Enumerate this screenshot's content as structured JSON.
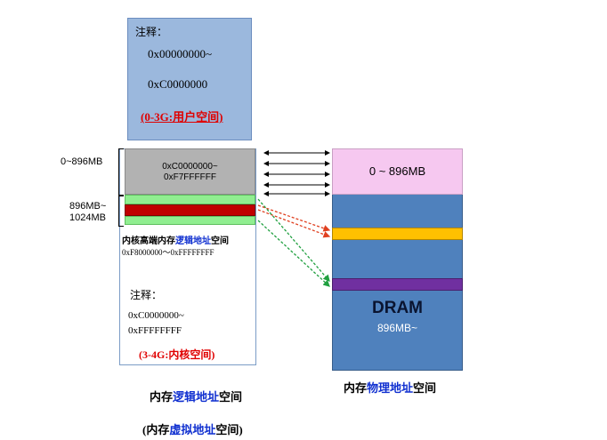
{
  "user_space": {
    "note": "注释：",
    "addr_start": "0x00000000~",
    "addr_end": "0xC0000000",
    "range_label": "(0-3G:用户空间)"
  },
  "kernel_space": {
    "linear_start": "0xC0000000~",
    "linear_end": "0xF7FFFFFF",
    "high_title_prefix": "内核高端内存",
    "high_title_blue": "逻辑地址",
    "high_title_suffix": "空间",
    "high_range": "0xF8000000～0xFFFFFFFF",
    "note": "注释：",
    "addr_start": "0xC0000000~",
    "addr_end": "0xFFFFFFFF",
    "range_label": "(3-4G:内核空间)"
  },
  "side_labels": {
    "low": "0~896MB",
    "high_line1": "896MB~",
    "high_line2": "1024MB"
  },
  "dram": {
    "low_label": "0 ~ 896MB",
    "title": "DRAM",
    "size": "896MB~"
  },
  "captions": {
    "logical_prefix": "内存",
    "logical_blue": "逻辑地址",
    "logical_suffix": "空间",
    "virtual_prefix": "(内存",
    "virtual_blue": "虚拟地址",
    "virtual_suffix": "空间)",
    "physical_prefix": "内存",
    "physical_blue": "物理地址",
    "physical_suffix": "空间"
  },
  "colors": {
    "user_box": "#9bb8dd",
    "linear_map": "#b2b2b2",
    "high_mem_green": "#90ee90",
    "high_mem_red": "#c00000",
    "dram_blue": "#4f81bd",
    "dram_pink": "#f6c8f0",
    "dram_yellow": "#ffc000",
    "dram_purple": "#7030a0",
    "accent_red": "#e00000",
    "accent_blue": "#1030d0"
  }
}
